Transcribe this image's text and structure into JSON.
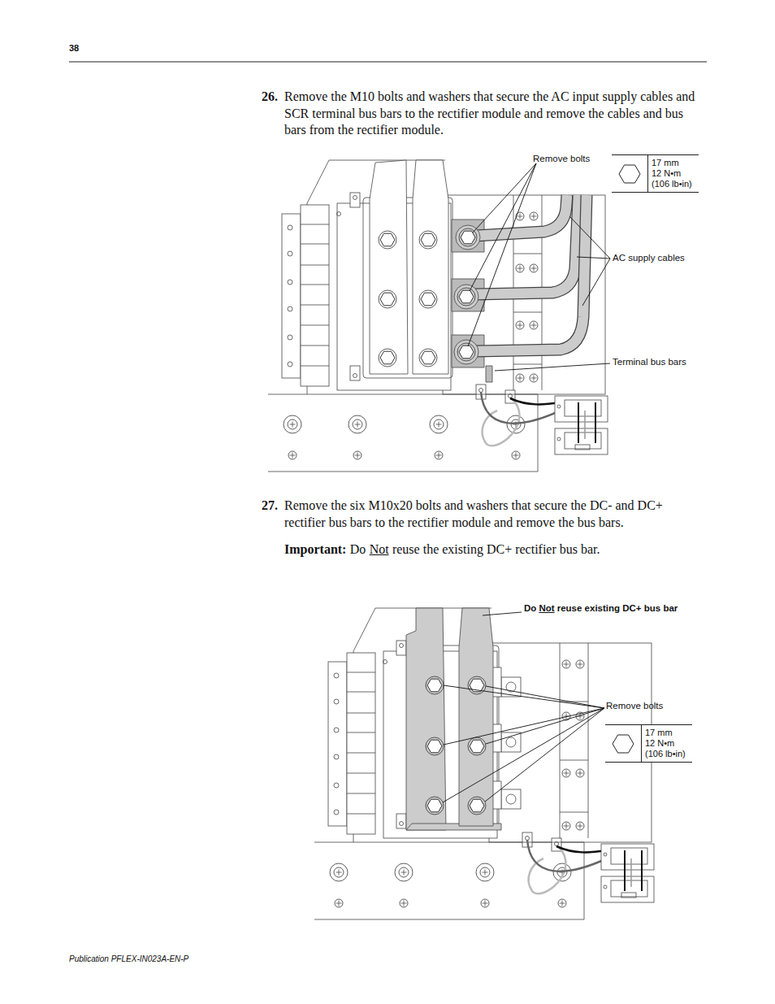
{
  "diagram": {
    "nodes": [
      {
        "text": [
          "17 mm",
          "12 N•m",
          "(106 lb•in)"
        ]
      },
      {
        "text": [
          "17 mm",
          "12 N•m",
          "(106 lb•in)"
        ]
      }
    ],
    "labels": [
      "38",
      "26.",
      "Remove the M10 bolts and washers that secure the AC input supply cables and SCR terminal bus bars to the rectifier module and remove the cables and bus bars from the rectifier module.",
      "Remove bolts",
      "AC supply cables",
      "Terminal bus bars",
      "27.",
      "Remove the six M10x20 bolts and washers that secure the DC- and DC+ rectifier bus bars to the rectifier module and remove the bus bars.",
      "Important:",
      "Do",
      "Not",
      "reuse the existing DC+ rectifier bus bar.",
      "Do",
      "Not",
      "reuse existing DC+ bus bar",
      "Remove bolts",
      "Publication PFLEX-IN023A-EN-P"
    ]
  }
}
